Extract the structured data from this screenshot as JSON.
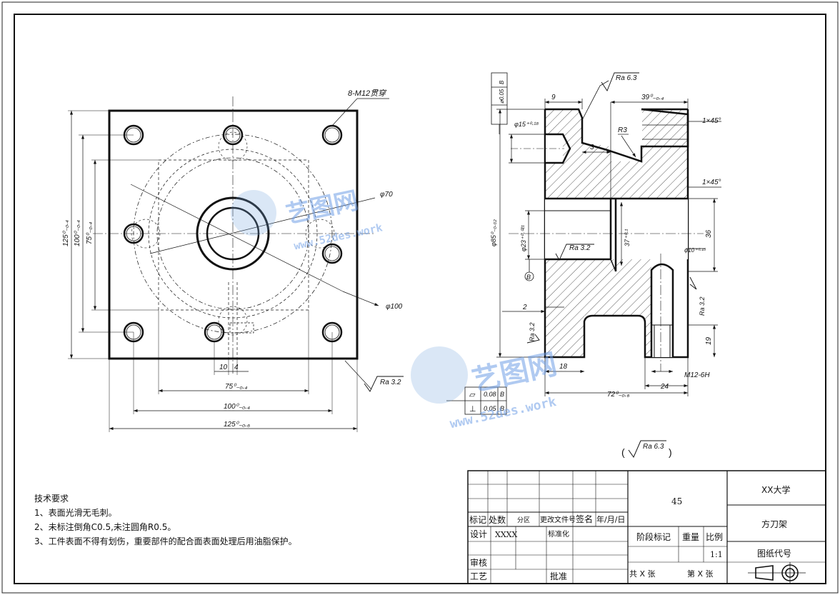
{
  "drawing": {
    "title": "方刀架",
    "school": "XX大学",
    "material": "45",
    "scale": "1:1",
    "drawing_code_label": "图纸代号"
  },
  "title_block": {
    "row_labels": [
      "标记",
      "处数",
      "分区",
      "更改文件号",
      "签名",
      "年/月/日"
    ],
    "design_label": "设计",
    "designer": "XXXX",
    "standardize_label": "标准化",
    "review_label": "审核",
    "process_label": "工艺",
    "approve_label": "批准",
    "stage_label": "阶段标记",
    "weight_label": "重量",
    "scale_label": "比例",
    "sheets_total": "共 X 张",
    "sheet_no": "第 X 张"
  },
  "tech_requirements": {
    "heading": "技术要求",
    "items": [
      "1、表面光滑无毛刺。",
      "2、未标注倒角C0.5,未注圆角R0.5。",
      "3、工件表面不得有划伤，重要部件的配合面表面处理后用油脂保护。"
    ]
  },
  "annotations": {
    "holes": "8-M12贯穿",
    "phi70": "φ70",
    "phi100": "φ100",
    "dim_125v": "125⁰₋₀.₄",
    "dim_100v": "100⁰₋₀.₄",
    "dim_75v": "75⁰₋₀.₄",
    "dim_10": "10",
    "dim_4": "4",
    "dim_75h": "75⁰₋₀.₄",
    "dim_100h": "100⁰₋₀.₄",
    "dim_125h": "125⁰₋₀.₆",
    "ra32_front": "Ra 3.2",
    "flatness_sym": "▱",
    "flatness_val": "0.08",
    "flatness_ref": "B",
    "perp_sym": "⊥",
    "perp_val": "0.05",
    "perp_ref": "B",
    "pos_tol": "⌀0.05",
    "pos_ref": "B",
    "ra63_top": "Ra 6.3",
    "dim_9": "9",
    "dim_39": "39⁰₋₀.₄",
    "chamfer1": "1×45°",
    "chamfer2": "1×45°",
    "phi15": "φ15⁺⁰·¹⁸",
    "r3": "R3",
    "dim_3": "3",
    "phi85": "φ85⁰₋₀.₀₂",
    "phi23": "φ23⁺⁰·⁰²¹",
    "ra32_bore": "Ra 3.2",
    "dim_37": "37⁺⁰·¹",
    "dim_36": "36",
    "phi10": "φ10⁺⁰·¹⁵",
    "datum_b": "B",
    "dim_2": "2",
    "ra32_side": "Ra 3.2",
    "ra32_right": "Ra 3.2",
    "dim_18": "18",
    "dim_19": "19",
    "m12": "M12-6H",
    "dim_24": "24",
    "dim_72": "72⁰₋₀.₆",
    "ra63_general": "Ra 6.3"
  },
  "watermark": {
    "text": "艺图网",
    "url": "www.52des.work"
  }
}
